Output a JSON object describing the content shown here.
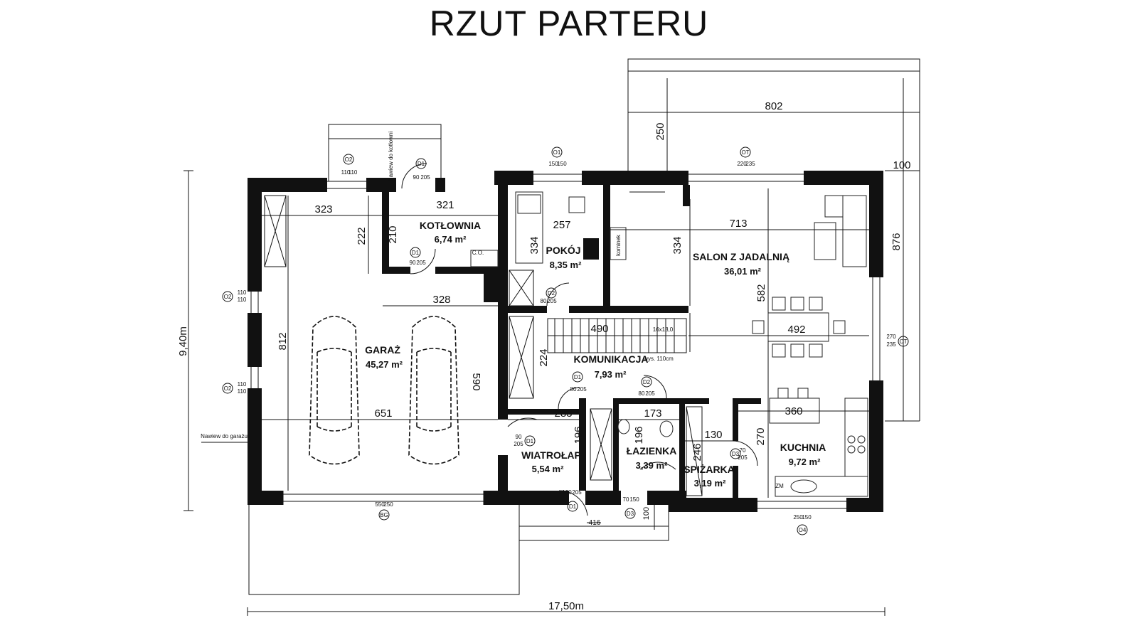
{
  "title": "RZUT PARTERU",
  "rooms": [
    {
      "name": "KOTŁOWNIA",
      "area": "6,74 m²"
    },
    {
      "name": "POKÓJ",
      "area": "8,35 m²"
    },
    {
      "name": "SALON Z JADALNIĄ",
      "area": "36,01 m²"
    },
    {
      "name": "GARAŻ",
      "area": "45,27 m²"
    },
    {
      "name": "KOMUNIKACJA",
      "area": "7,93 m²"
    },
    {
      "name": "WIATROŁAP",
      "area": "5,54 m²"
    },
    {
      "name": "ŁAZIENKA",
      "area": "3,39 m²"
    },
    {
      "name": "SPIŻARKA",
      "area": "3,19 m²"
    },
    {
      "name": "KUCHNIA",
      "area": "9,72 m²"
    }
  ],
  "dimensions": {
    "overall_width": "17,50m",
    "overall_height": "9,40m",
    "terrace_width": "802",
    "terrace_depth": "250",
    "right_100": "100",
    "right_876": "876",
    "garage_323": "323",
    "kotlownia_321": "321",
    "d_222": "222",
    "d_210": "210",
    "pokoj_257": "257",
    "pokoj_334": "334",
    "salon_334": "334",
    "salon_713": "713",
    "salon_582": "582",
    "garage_328": "328",
    "garage_812": "812",
    "stairs_490": "490",
    "salon_492": "492",
    "kom_224": "224",
    "garage_590": "590",
    "garage_651": "651",
    "wiat_283": "283",
    "wiat_196": "196",
    "laz_173": "173",
    "laz_196": "196",
    "spiz_130": "130",
    "spiz_246": "246",
    "kuch_270": "270",
    "kuch_360": "360",
    "bottom_416": "416",
    "bottom_100": "100"
  },
  "labels": {
    "stairs_note": "wys. 110cm",
    "stairs_steps": "16x18,0",
    "garage_nawiew": "Nawiew do garażu",
    "kotl_nawiew": "Nawiew do kotłowni",
    "co": "C.O.",
    "zm": "ZM",
    "kominek": "kominek"
  },
  "openings": {
    "o2_left1": [
      "O2",
      "110",
      "110"
    ],
    "o2_left2": [
      "O2",
      "110",
      "110"
    ],
    "o2_top": [
      "O2",
      "110",
      "110"
    ],
    "d1_kotl_top": [
      "D1",
      "90",
      "205"
    ],
    "d1_kotl": [
      "D1",
      "90",
      "205"
    ],
    "o1_pokoj": [
      "O1",
      "150",
      "150"
    ],
    "d2_pokoj": [
      "D2",
      "80",
      "205"
    ],
    "ot_salon": [
      "OT",
      "220",
      "235"
    ],
    "ot_right": [
      "OT",
      "270",
      "235"
    ],
    "d1_kom": [
      "D1",
      "80",
      "205"
    ],
    "d2_kom": [
      "D2",
      "80",
      "205"
    ],
    "d1_wiat": [
      "D1",
      "90",
      "205"
    ],
    "d1_bottom": [
      "D1",
      "100",
      "205"
    ],
    "d3_laz": [
      "D3",
      "70",
      "150"
    ],
    "d3_spiz": [
      "D3",
      "70",
      "205"
    ],
    "o4_kuch": [
      "O4",
      "250",
      "150"
    ],
    "bg_garage": [
      "BG",
      "550",
      "250"
    ]
  }
}
